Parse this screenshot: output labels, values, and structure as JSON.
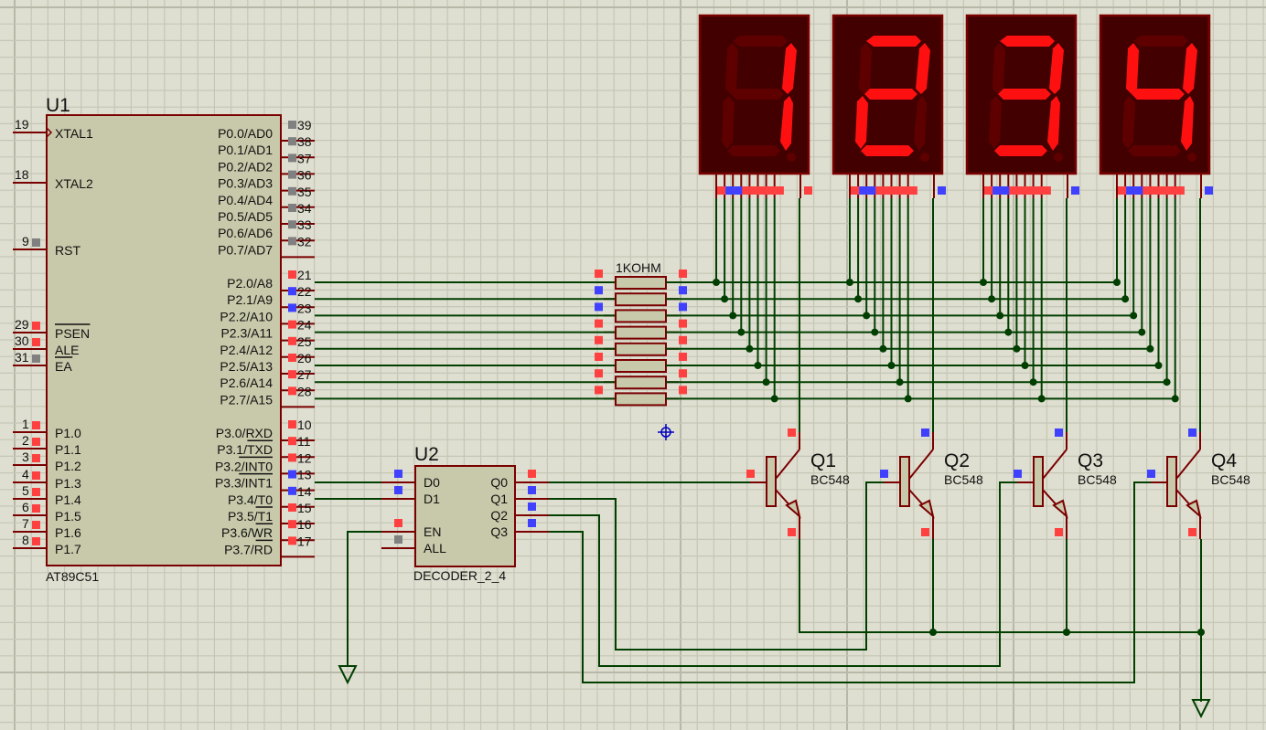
{
  "app": "Proteus ISIS schematic capture",
  "colors": {
    "background": "#dfdfd1",
    "grid_minor": "#c6c6b6",
    "grid_major": "#b8b8a8",
    "wire": "#003f00",
    "component_outline": "#7a0000",
    "component_fill": "#c8c8aa",
    "logic_high": "#ff4040",
    "logic_low": "#4040ff",
    "logic_float": "#808080",
    "segment_on": "#ff1010",
    "segment_off": "#5e0000",
    "display_body": "#420000"
  },
  "u1": {
    "ref": "U1",
    "part": "AT89C51",
    "left_pins": [
      {
        "num": "19",
        "name": "XTAL1",
        "state": "none",
        "clock": true
      },
      {
        "num": "18",
        "name": "XTAL2",
        "state": "none"
      },
      {
        "num": "9",
        "name": "RST",
        "state": "float"
      },
      {
        "num": "29",
        "name": "PSEN",
        "state": "high",
        "overbar": true
      },
      {
        "num": "30",
        "name": "ALE",
        "state": "high"
      },
      {
        "num": "31",
        "name": "EA",
        "state": "float",
        "overbar": true
      },
      {
        "num": "1",
        "name": "P1.0",
        "state": "high"
      },
      {
        "num": "2",
        "name": "P1.1",
        "state": "high"
      },
      {
        "num": "3",
        "name": "P1.2",
        "state": "high"
      },
      {
        "num": "4",
        "name": "P1.3",
        "state": "high"
      },
      {
        "num": "5",
        "name": "P1.4",
        "state": "high"
      },
      {
        "num": "6",
        "name": "P1.5",
        "state": "high"
      },
      {
        "num": "7",
        "name": "P1.6",
        "state": "high"
      },
      {
        "num": "8",
        "name": "P1.7",
        "state": "high"
      }
    ],
    "right_pins": [
      {
        "num": "39",
        "name": "P0.0/AD0",
        "state": "float"
      },
      {
        "num": "38",
        "name": "P0.1/AD1",
        "state": "float"
      },
      {
        "num": "37",
        "name": "P0.2/AD2",
        "state": "float"
      },
      {
        "num": "36",
        "name": "P0.3/AD3",
        "state": "float"
      },
      {
        "num": "35",
        "name": "P0.4/AD4",
        "state": "float"
      },
      {
        "num": "34",
        "name": "P0.5/AD5",
        "state": "float"
      },
      {
        "num": "33",
        "name": "P0.6/AD6",
        "state": "float"
      },
      {
        "num": "32",
        "name": "P0.7/AD7",
        "state": "float"
      },
      {
        "num": "21",
        "name": "P2.0/A8",
        "state": "high"
      },
      {
        "num": "22",
        "name": "P2.1/A9",
        "state": "low"
      },
      {
        "num": "23",
        "name": "P2.2/A10",
        "state": "low"
      },
      {
        "num": "24",
        "name": "P2.3/A11",
        "state": "high"
      },
      {
        "num": "25",
        "name": "P2.4/A12",
        "state": "high"
      },
      {
        "num": "26",
        "name": "P2.5/A13",
        "state": "high"
      },
      {
        "num": "27",
        "name": "P2.6/A14",
        "state": "high"
      },
      {
        "num": "28",
        "name": "P2.7/A15",
        "state": "high"
      },
      {
        "num": "10",
        "name": "P3.0/RXD",
        "state": "high"
      },
      {
        "num": "11",
        "name": "P3.1/TXD",
        "state": "high",
        "overbar_part": "TXD"
      },
      {
        "num": "12",
        "name": "P3.2/INT0",
        "state": "high",
        "overbar_part": "INT0"
      },
      {
        "num": "13",
        "name": "P3.3/INT1",
        "state": "low",
        "overbar_part": "INT1"
      },
      {
        "num": "14",
        "name": "P3.4/T0",
        "state": "low"
      },
      {
        "num": "15",
        "name": "P3.5/T1",
        "state": "high",
        "overbar_part": "T1"
      },
      {
        "num": "16",
        "name": "P3.6/WR",
        "state": "high",
        "overbar_part": "WR"
      },
      {
        "num": "17",
        "name": "P3.7/RD",
        "state": "high",
        "overbar_part": "RD"
      }
    ]
  },
  "u2": {
    "ref": "U2",
    "part": "DECODER_2_4",
    "left_pins": [
      {
        "name": "D0",
        "state": "low"
      },
      {
        "name": "D1",
        "state": "low"
      },
      {
        "name": "EN",
        "state": "high"
      },
      {
        "name": "ALL",
        "state": "float"
      }
    ],
    "right_pins": [
      {
        "name": "Q0",
        "state": "high"
      },
      {
        "name": "Q1",
        "state": "low"
      },
      {
        "name": "Q2",
        "state": "low"
      },
      {
        "name": "Q3",
        "state": "low"
      }
    ]
  },
  "resistor_pack": {
    "value": "1KOHM",
    "count": 8,
    "pin_states": [
      "high",
      "low",
      "low",
      "high",
      "high",
      "high",
      "high",
      "high"
    ]
  },
  "displays": [
    {
      "id": "disp1",
      "digit": "1",
      "segments": {
        "a": 0,
        "b": 1,
        "c": 1,
        "d": 0,
        "e": 0,
        "f": 0,
        "g": 0,
        "dp": 0
      },
      "common_state": "high"
    },
    {
      "id": "disp2",
      "digit": "2",
      "segments": {
        "a": 1,
        "b": 1,
        "c": 0,
        "d": 1,
        "e": 1,
        "f": 0,
        "g": 1,
        "dp": 0
      },
      "common_state": "low"
    },
    {
      "id": "disp3",
      "digit": "3",
      "segments": {
        "a": 1,
        "b": 1,
        "c": 1,
        "d": 1,
        "e": 0,
        "f": 0,
        "g": 1,
        "dp": 0
      },
      "common_state": "low"
    },
    {
      "id": "disp4",
      "digit": "4",
      "segments": {
        "a": 0,
        "b": 1,
        "c": 1,
        "d": 0,
        "e": 0,
        "f": 1,
        "g": 1,
        "dp": 0
      },
      "common_state": "low"
    }
  ],
  "display_pin_states": [
    "high",
    "low",
    "low",
    "high",
    "high",
    "high",
    "high",
    "high"
  ],
  "transistors": [
    {
      "ref": "Q1",
      "part": "BC548",
      "collector": "high",
      "base": "high",
      "emitter": "high"
    },
    {
      "ref": "Q2",
      "part": "BC548",
      "collector": "low",
      "base": "low",
      "emitter": "high"
    },
    {
      "ref": "Q3",
      "part": "BC548",
      "collector": "low",
      "base": "low",
      "emitter": "high"
    },
    {
      "ref": "Q4",
      "part": "BC548",
      "collector": "low",
      "base": "low",
      "emitter": "high"
    }
  ],
  "grounds": [
    {
      "id": "gnd-decoder-en"
    },
    {
      "id": "gnd-emitters"
    }
  ],
  "cursor": {
    "icon": "crosshair-cursor-icon"
  }
}
